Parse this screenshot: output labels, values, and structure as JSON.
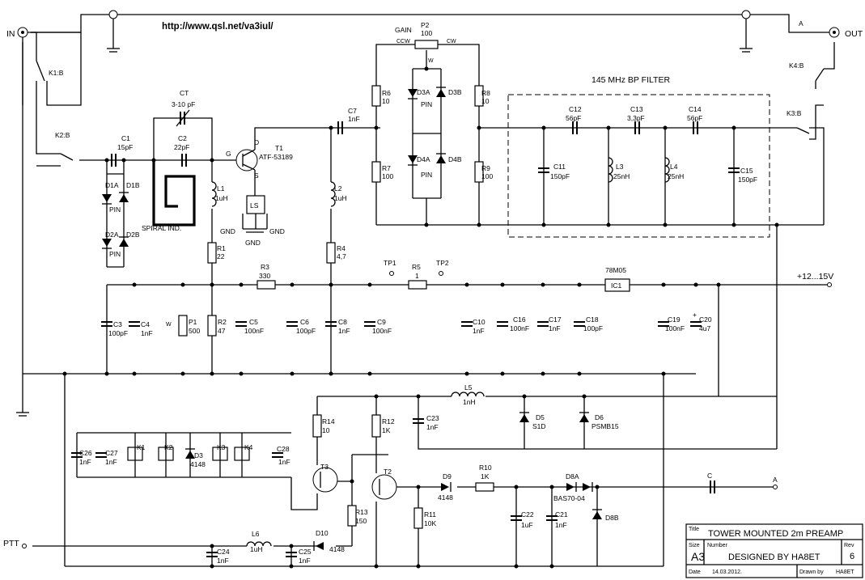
{
  "header": {
    "url": "http://www.qsl.net/va3iul/",
    "in_label": "IN",
    "out_label": "OUT",
    "supply": "+12...15V",
    "ptt": "PTT"
  },
  "filter": {
    "title": "145 MHz BP FILTER"
  },
  "labels": {
    "spiral": "SPIRAL IND.",
    "gnd": "GND",
    "ls": "LS",
    "pin": "PIN",
    "ccw": "CCW",
    "cw": "CW",
    "w": "W",
    "gate": "G",
    "drain": "D",
    "source": "S",
    "node_a": "A",
    "ic_pin_plus": "+"
  },
  "parts": {
    "K1B": "K1:B",
    "K2B": "K2:B",
    "K3B": "K3:B",
    "K4B": "K4:B",
    "C1": "C1",
    "C1v": "15pF",
    "C2": "C2",
    "C2v": "22pF",
    "CT": "CT",
    "CTv": "3-10 pF",
    "T1": "T1",
    "T1v": "ATF-53189",
    "L1": "L1",
    "L1v": "1uH",
    "R1": "R1",
    "R1v": "22",
    "D1A": "D1A",
    "D1B": "D1B",
    "D2A": "D2A",
    "D2B": "D2B",
    "L2": "L2",
    "L2v": "1uH",
    "R4": "R4",
    "R4v": "4,7",
    "C7": "C7",
    "C7v": "1nF",
    "R6": "R6",
    "R6v": "10",
    "R7": "R7",
    "R7v": "100",
    "P2": "P2",
    "P2v": "100",
    "GAIN": "GAIN",
    "D3A": "D3A",
    "D3B": "D3B",
    "D4A": "D4A",
    "D4B": "D4B",
    "R8": "R8",
    "R8v": "10",
    "R9": "R9",
    "R9v": "100",
    "C12": "C12",
    "C12v": "56pF",
    "C13": "C13",
    "C13v": "3,3pF",
    "C14": "C14",
    "C14v": "56pF",
    "C11": "C11",
    "C11v": "150pF",
    "L3": "L3",
    "L3v": "25nH",
    "L4": "L4",
    "L4v": "25nH",
    "C15": "C15",
    "C15v": "150pF",
    "R3": "R3",
    "R3v": "330",
    "TP1": "TP1",
    "TP2": "TP2",
    "R5": "R5",
    "R5v": "1",
    "IC1": "IC1",
    "IC1t": "78M05",
    "C3": "C3",
    "C3v": "100pF",
    "C4": "C4",
    "C4v": "1nF",
    "P1": "P1",
    "P1v": "500",
    "R2": "R2",
    "R2v": "47",
    "C5": "C5",
    "C5v": "100nF",
    "C6": "C6",
    "C6v": "100pF",
    "C8": "C8",
    "C8v": "1nF",
    "C9": "C9",
    "C9v": "100nF",
    "C10": "C10",
    "C10v": "1nF",
    "C16": "C16",
    "C16v": "100nF",
    "C17": "C17",
    "C17v": "1nF",
    "C18": "C18",
    "C18v": "100pF",
    "C19": "C19",
    "C19v": "100nF",
    "C20": "C20",
    "C20v": "4u7",
    "L5": "L5",
    "L5v": "1nH",
    "C23": "C23",
    "C23v": "1nF",
    "D5": "D5",
    "D5v": "S1D",
    "D6": "D6",
    "D6v": "PSMB15",
    "R14": "R14",
    "R14v": "10",
    "R12": "R12",
    "R12v": "1K",
    "C26": "C26",
    "C26v": "1nF",
    "C27": "C27",
    "C27v": "1nF",
    "K1": "K1",
    "K2": "K2",
    "K3": "K3",
    "K4": "K4",
    "D3": "D3",
    "D3v": "4148",
    "C28": "C28",
    "C28v": "1nF",
    "T3": "T3",
    "T2": "T2",
    "D9": "D9",
    "D9v": "4148",
    "R10": "R10",
    "R10v": "1K",
    "D8A": "D8A",
    "D8Av": "BAS70-04",
    "C": "C",
    "R13": "R13",
    "R13v": "150",
    "R11": "R11",
    "R11v": "10K",
    "C22": "C22",
    "C22v": "1uF",
    "C21": "C21",
    "C21v": "1nF",
    "D8B": "D8B",
    "L6": "L6",
    "L6v": "1uH",
    "D10": "D10",
    "D10v": "4148",
    "C24": "C24",
    "C24v": "1nF",
    "C25": "C25",
    "C25v": "1nF"
  },
  "title_block": {
    "title_label": "Title",
    "title": "TOWER MOUNTED 2m PREAMP",
    "size_label": "Size",
    "size": "A3",
    "number_label": "Number",
    "number": "DESIGNED BY HA8ET",
    "rev_label": "Rev",
    "rev": "6",
    "date_label": "Date",
    "date": "14.03.2012.",
    "drawn_label": "Drawn by",
    "drawn": "HA8ET"
  }
}
